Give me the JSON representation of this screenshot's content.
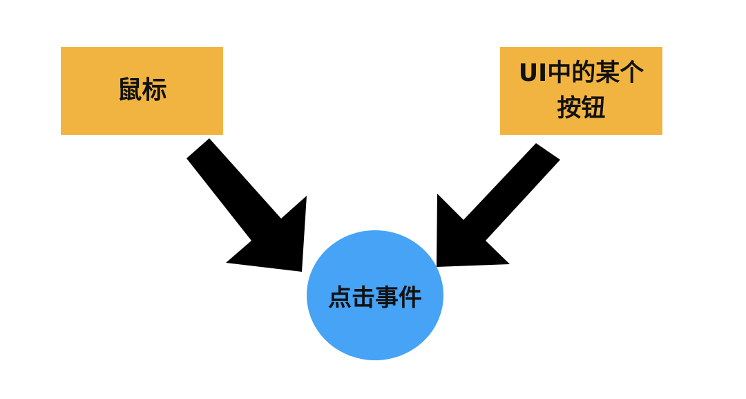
{
  "diagram": {
    "source_left": {
      "label": "鼠标"
    },
    "source_right": {
      "label_line1": "UI中的某个",
      "label_line2": "按钮"
    },
    "target": {
      "label": "点击事件"
    },
    "colors": {
      "source_box": "#f2b441",
      "target_circle": "#46a3f5",
      "arrow": "#000000"
    }
  }
}
